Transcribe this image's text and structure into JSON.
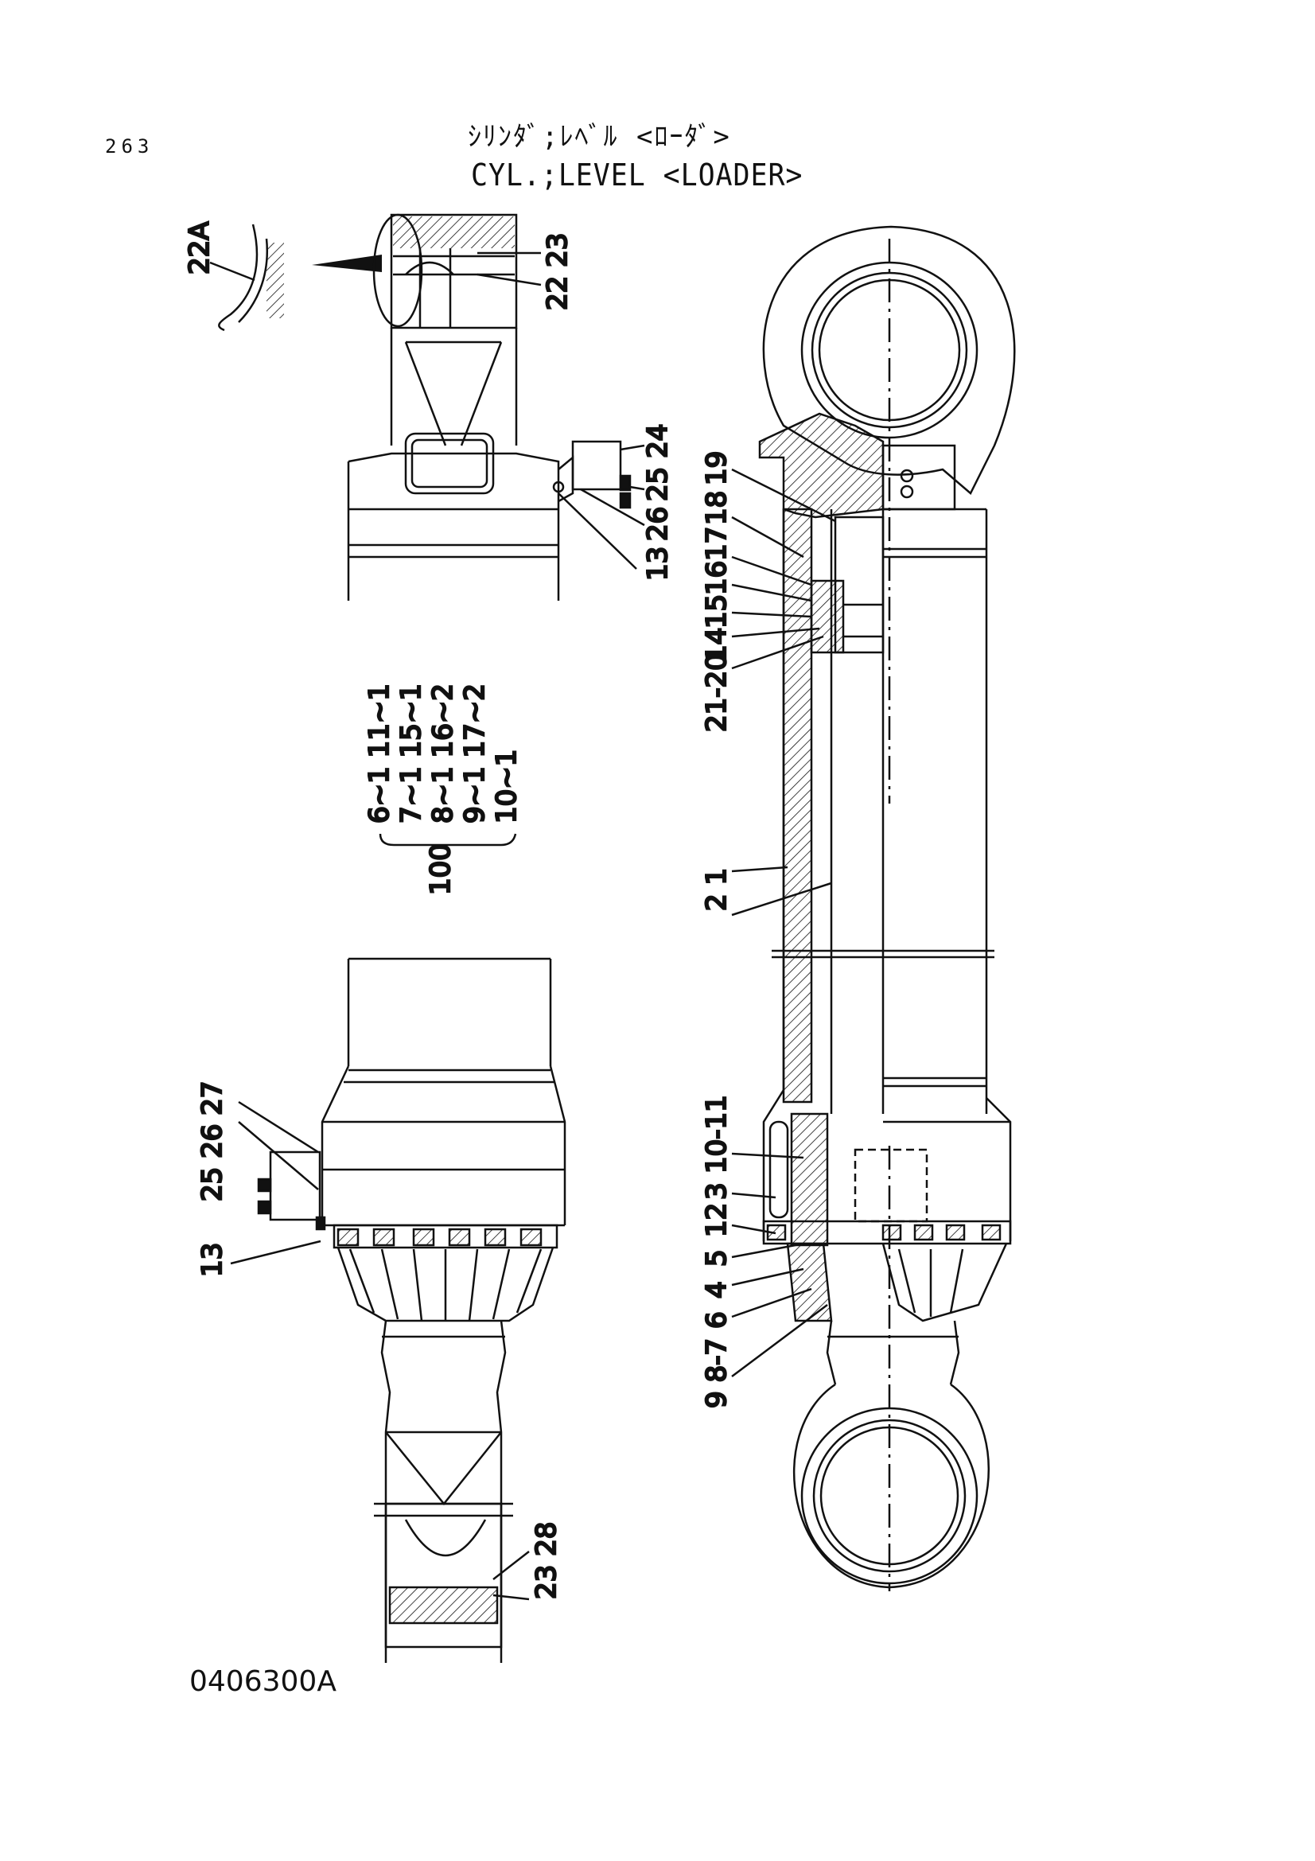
{
  "page_number": "263",
  "title_jp": "ｼﾘﾝﾀﾞ;ﾚﾍﾞﾙ <ﾛｰﾀﾞ>",
  "title_en": "CYL.;LEVEL <LOADER>",
  "drawing_code": "0406300A",
  "callouts": {
    "c22A": "22A",
    "c22_23": "22 23",
    "c25_24": "25 24",
    "c26": "26",
    "c13_top": "13",
    "kit_row1": "6~1 11~1",
    "kit_row2": "7~1 15~1",
    "kit_row3": "8~1 16~2",
    "kit_row4": "9~1 17~2",
    "kit_row5": "10~1",
    "kit_100": "100",
    "c25_26_27": "25 26 27",
    "c13_bottom": "13",
    "c23_28": "23 28",
    "r19": "19",
    "r18": "18",
    "r17": "17",
    "r16": "16",
    "r15": "15",
    "r14": "14",
    "r21_20": "21-20",
    "r2_1": "2 1",
    "r10_11": "10-11",
    "r3": "3",
    "r12": "12",
    "r5": "5",
    "r4": "4",
    "r6": "6",
    "r9_8_7": "9 8-7"
  }
}
